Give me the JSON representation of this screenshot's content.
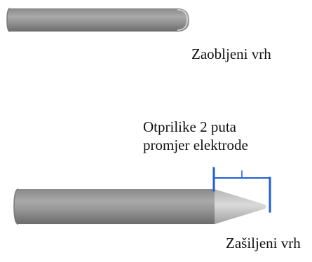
{
  "labels": {
    "rounded_tip": "Zaobljeni vrh",
    "length_line1": "Otprilike 2 puta",
    "length_line2": "promjer elektrode",
    "pointed_tip": "Zašiljeni vrh"
  },
  "colors": {
    "electrode_dark": "#6e6e6e",
    "electrode_mid": "#9a9a9a",
    "electrode_light": "#bdbdbd",
    "dimension_line": "#1f5fd6"
  }
}
